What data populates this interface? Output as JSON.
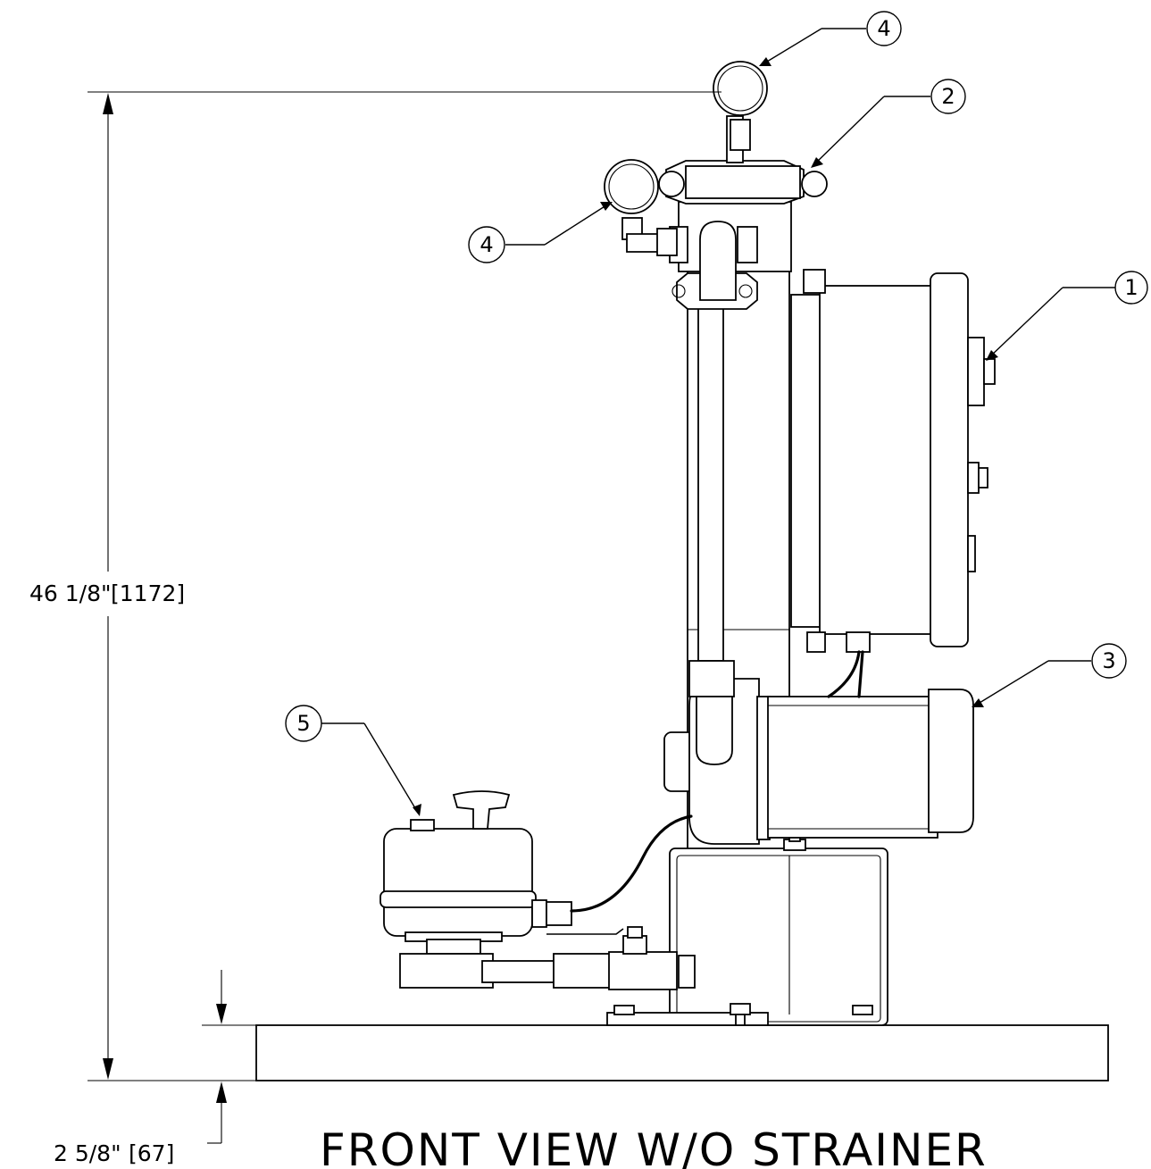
{
  "dimensions": {
    "overall_height": "46 1/8\"",
    "overall_height_mm": "[1172]",
    "base_thickness": "2 5/8\"",
    "base_thickness_mm": "[67]"
  },
  "callouts": [
    "1",
    "2",
    "3",
    "4",
    "4",
    "5"
  ],
  "view_title": "FRONT VIEW W/O STRAINER"
}
